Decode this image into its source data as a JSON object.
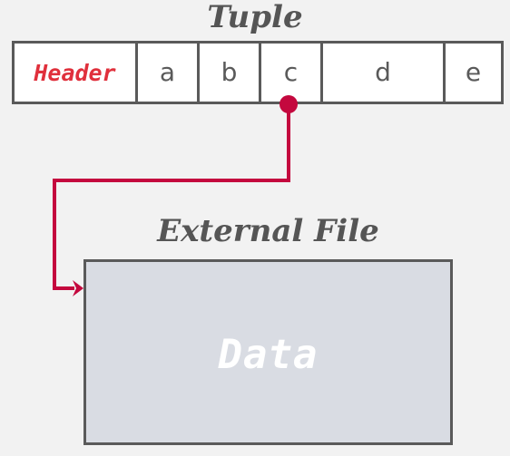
{
  "tuple": {
    "title": "Tuple",
    "cells": [
      {
        "label": "Header"
      },
      {
        "label": "a"
      },
      {
        "label": "b"
      },
      {
        "label": "c"
      },
      {
        "label": "d"
      },
      {
        "label": "e"
      }
    ]
  },
  "external_file": {
    "title": "External File",
    "content_label": "Data"
  },
  "colors": {
    "background": "#f2f2f2",
    "border": "#5a5a5a",
    "header_text": "#e0303c",
    "pointer": "#c4083e",
    "file_fill": "#d9dce3",
    "title_text": "#555555"
  },
  "icons": {
    "pointer_dot": "pointer-origin-dot-icon",
    "pointer_arrow": "pointer-arrowhead-icon"
  }
}
